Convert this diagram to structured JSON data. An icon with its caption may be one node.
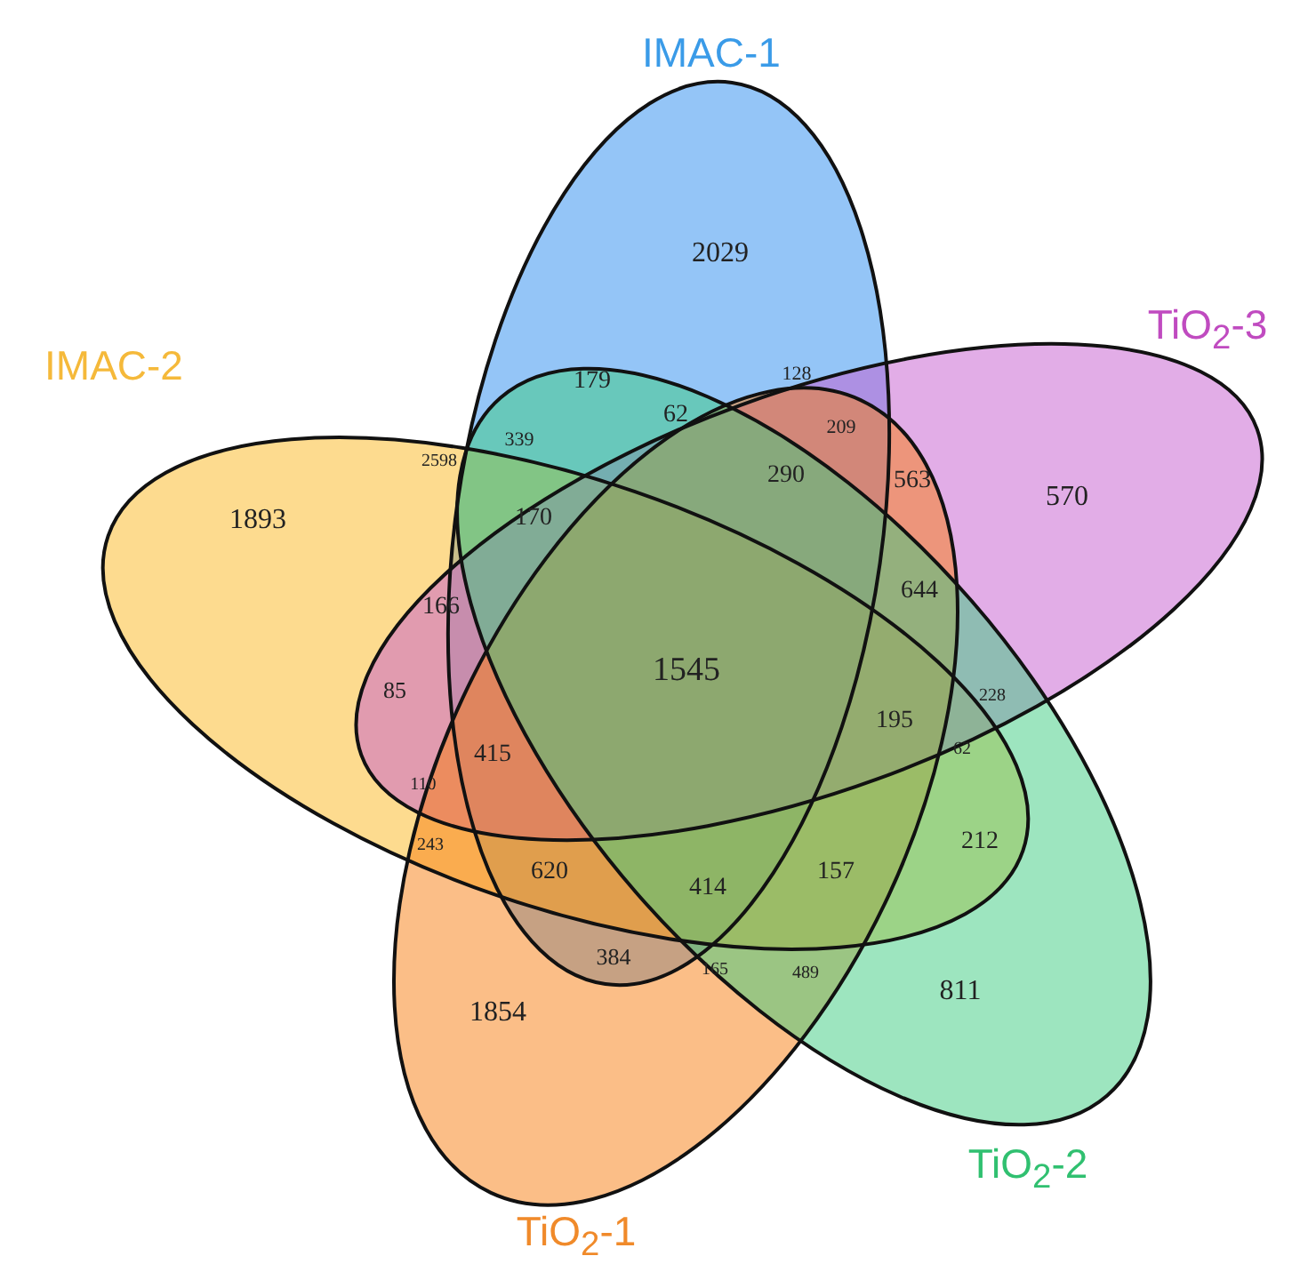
{
  "diagram": {
    "nodes": [
      {
        "text": [
          "IMAC-1"
        ]
      },
      {
        "text": [
          "IMAC-2"
        ]
      },
      {
        "text": [
          "TiO$_{2}$-3"
        ]
      },
      {
        "text": [
          "TiO$_{2}$-1"
        ]
      },
      {
        "text": [
          "TiO$_{2}$-2"
        ]
      }
    ],
    "labels": [
      "2029",
      "179",
      "128",
      "62",
      "209",
      "2598",
      "339",
      "290",
      "563",
      "570",
      "1893",
      "170",
      "166",
      "644",
      "1545",
      "85",
      "228",
      "195",
      "62",
      "110",
      "415",
      "243",
      "620",
      "414",
      "157",
      "212",
      "384",
      "165",
      "489",
      "811",
      "1854"
    ]
  }
}
